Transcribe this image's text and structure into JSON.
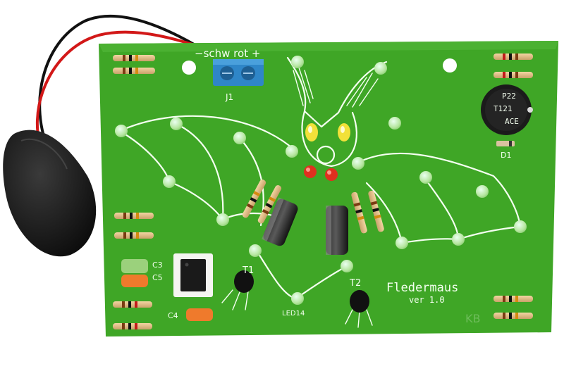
{
  "board": {
    "title": "Fledermaus",
    "version": "ver 1.0",
    "connector_label": "J1",
    "connector_legend": "−schw  rot +",
    "colors": {
      "pcb": "#3fa626",
      "pcb_dark": "#2e8a1c",
      "silkscreen": "#f4fff0",
      "led_green": "#c9f0b0",
      "led_yellow": "#f2e13a",
      "led_red": "#e0301f",
      "terminal_blue": "#2f86c8",
      "buzzer": "#1b1b1b",
      "battery_holder": "#151515"
    }
  },
  "labels": {
    "c3": "C3",
    "c4": "C4",
    "c5": "C5",
    "t1": "T1",
    "t2": "T2",
    "d1": "D1",
    "led14": "LED14",
    "buzzer_text_1": "P22",
    "buzzer_text_2": "T121",
    "buzzer_text_3": "ACE",
    "kb_mark": "KB"
  }
}
